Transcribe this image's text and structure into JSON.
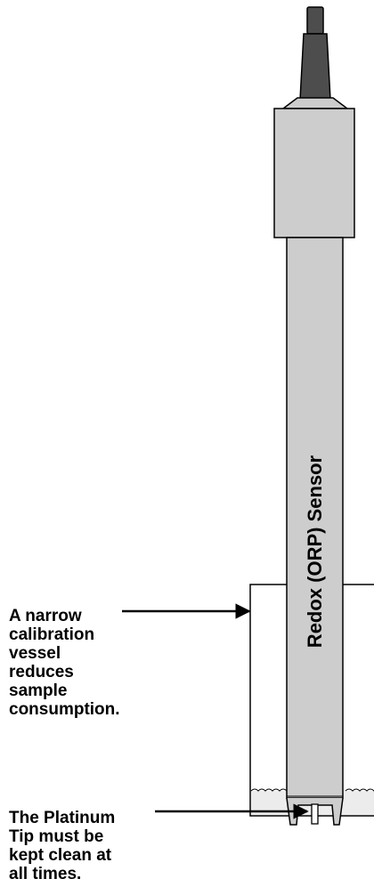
{
  "sensor": {
    "label": "Redox (ORP) Sensor"
  },
  "callouts": {
    "vessel": {
      "lines": [
        "A narrow",
        "calibration",
        "vessel",
        "reduces",
        "sample",
        "consumption."
      ]
    },
    "tip": {
      "lines": [
        "The Platinum",
        "Tip must be",
        "kept clean at",
        "all times."
      ]
    }
  },
  "colors": {
    "sensor_body": "#cdcdcd",
    "cable": "#4d4d4d",
    "outline": "#000000",
    "vessel_fill": "#ffffff",
    "liquid": "#ececec"
  }
}
